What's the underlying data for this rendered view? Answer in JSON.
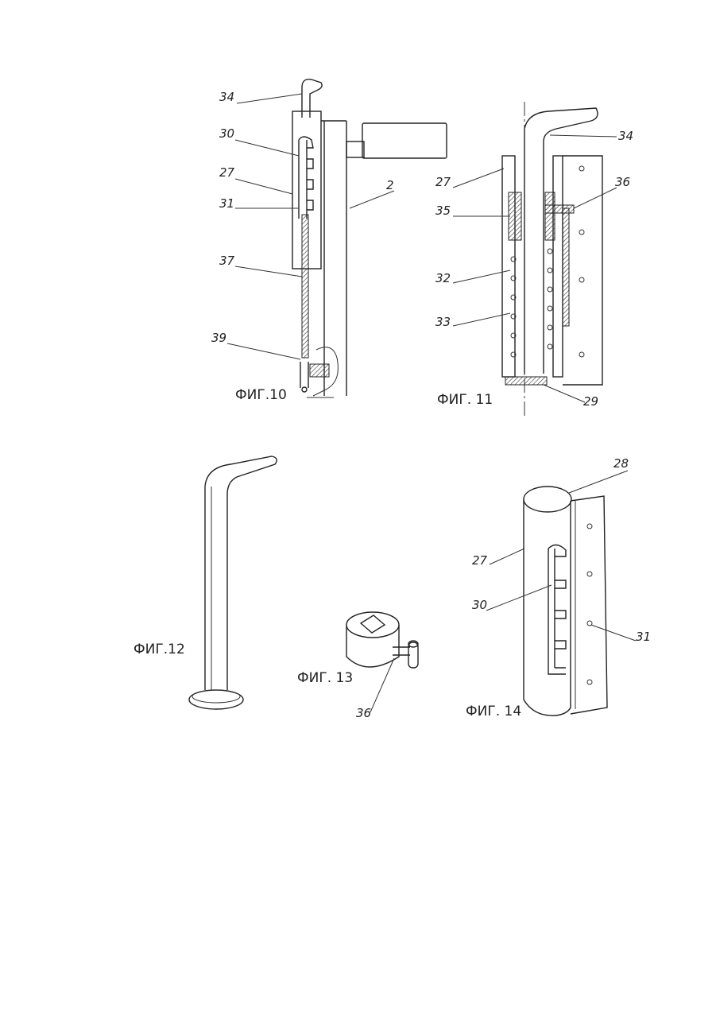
{
  "figures": [
    {
      "id": "fig10",
      "caption": "ФИГ.10",
      "labels": [
        "34",
        "30",
        "27",
        "31",
        "2",
        "37",
        "39"
      ]
    },
    {
      "id": "fig11",
      "caption": "ФИГ. 11",
      "labels": [
        "27",
        "34",
        "36",
        "35",
        "32",
        "33",
        "29"
      ]
    },
    {
      "id": "fig12",
      "caption": "ФИГ.12",
      "labels": []
    },
    {
      "id": "fig13",
      "caption": "ФИГ. 13",
      "labels": [
        "36"
      ]
    },
    {
      "id": "fig14",
      "caption": "ФИГ. 14",
      "labels": [
        "28",
        "27",
        "30",
        "31"
      ]
    }
  ]
}
